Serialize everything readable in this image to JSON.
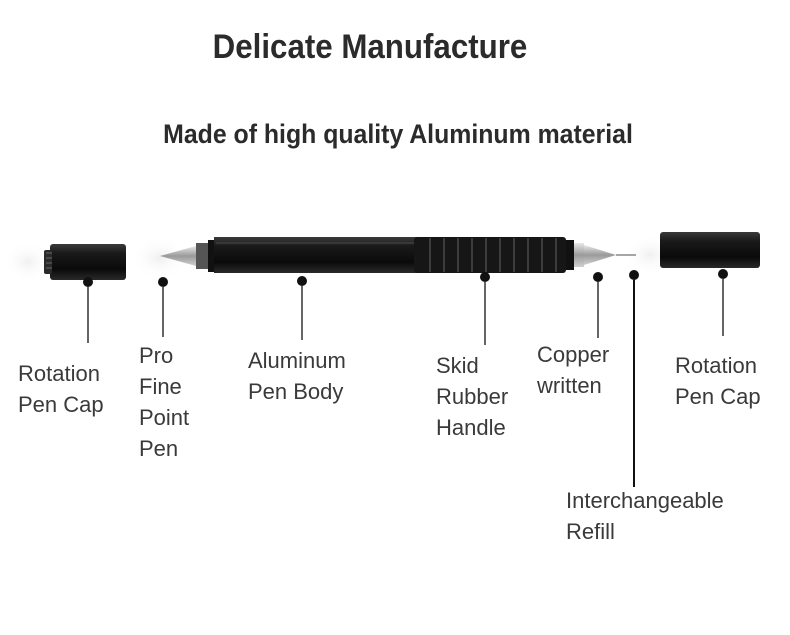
{
  "header": {
    "title": "Delicate Manufacture",
    "subtitle": "Made of high quality Aluminum material"
  },
  "parts": [
    {
      "id": "left-cap",
      "lines": [
        "Rotation",
        "Pen Cap"
      ]
    },
    {
      "id": "fine-point",
      "lines": [
        "Pro",
        "Fine",
        "Point",
        "Pen"
      ]
    },
    {
      "id": "body",
      "lines": [
        "Aluminum",
        "Pen Body"
      ]
    },
    {
      "id": "handle",
      "lines": [
        "Skid",
        "Rubber",
        "Handle"
      ]
    },
    {
      "id": "copper",
      "lines": [
        "Copper",
        "written"
      ]
    },
    {
      "id": "right-cap",
      "lines": [
        "Rotation",
        "Pen Cap"
      ]
    },
    {
      "id": "refill",
      "lines": [
        "Interchangeable",
        "Refill"
      ]
    }
  ]
}
